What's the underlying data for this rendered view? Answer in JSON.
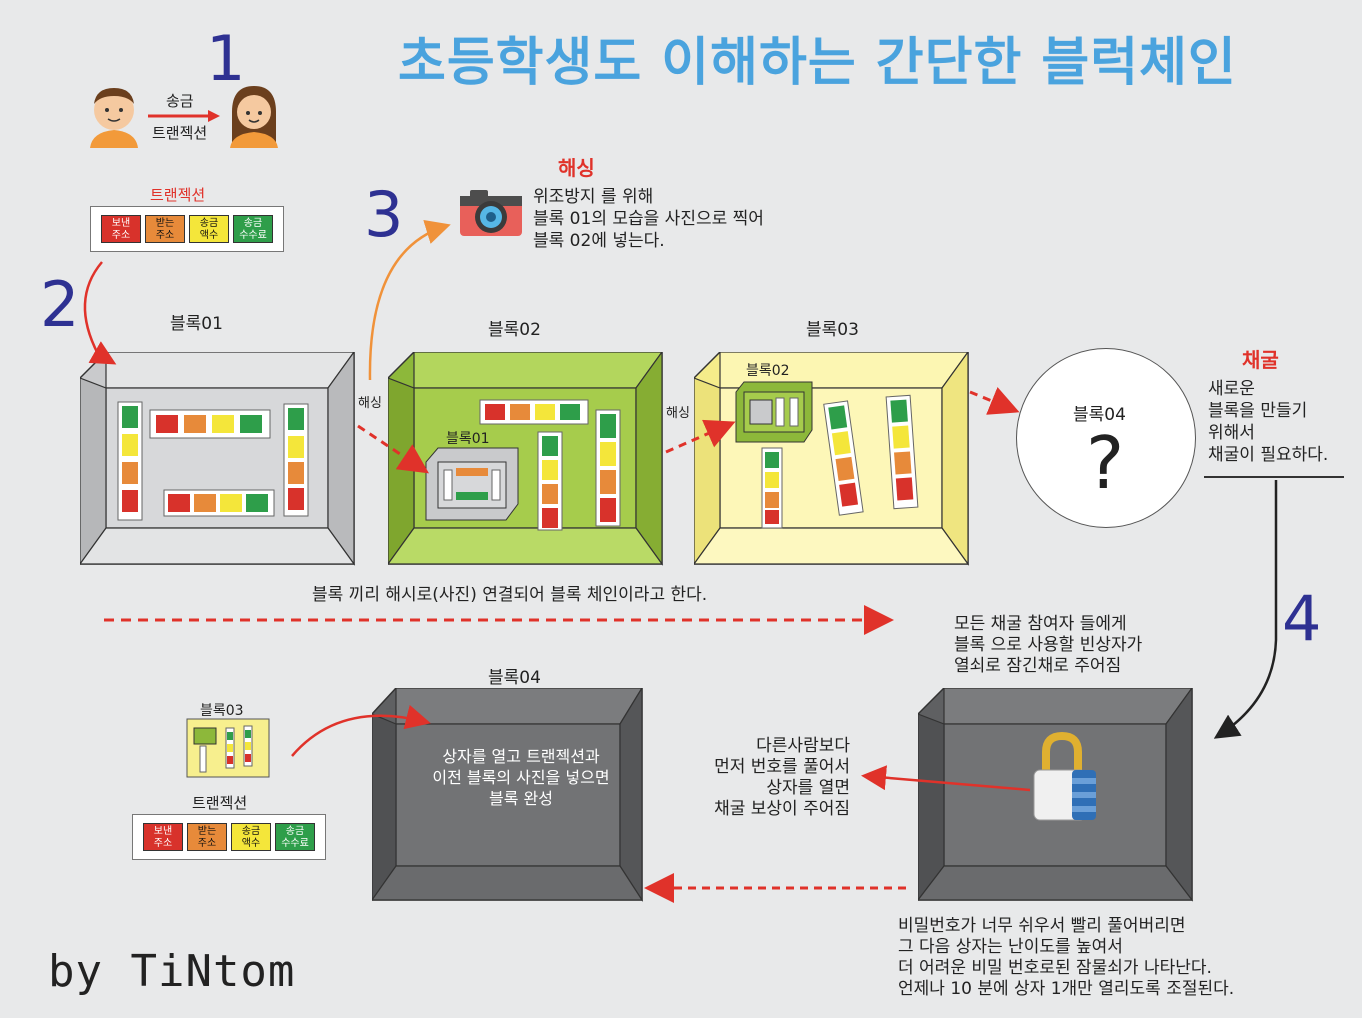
{
  "title": "초등학생도 이해하는 간단한 블럭체인",
  "steps": {
    "one": "1",
    "two": "2",
    "three": "3",
    "four": "4"
  },
  "step1": {
    "label_top": "송금",
    "label_bottom": "트랜젝션"
  },
  "transaction": {
    "title": "트랜젝션",
    "fields": [
      {
        "label": "보낸\n주소",
        "color": "#d8322b"
      },
      {
        "label": "받는\n주소",
        "color": "#e78a3a"
      },
      {
        "label": "송금\n액수",
        "color": "#f4e63a"
      },
      {
        "label": "송금\n수수료",
        "color": "#2e9e4a"
      }
    ]
  },
  "hashing": {
    "title": "해싱",
    "lines": [
      "위조방지 를 위해",
      "블록 01의 모습을 사진으로 찍어",
      "블록 02에 넣는다."
    ]
  },
  "blocks": {
    "b01": "블록01",
    "b02": "블록02",
    "b03": "블록03",
    "b04": "블록04",
    "inner_b01": "블록01",
    "inner_b02": "블록02",
    "inner_b03": "블록03",
    "hash_label_1": "해싱",
    "hash_label_2": "해싱",
    "question": "?"
  },
  "mining": {
    "title": "채굴",
    "lines": [
      "새로운",
      "블록을 만들기",
      "위해서",
      "채굴이 필요하다."
    ]
  },
  "chain_caption": "블록 끼리 해시로(사진) 연결되어 블록 체인이라고 한다.",
  "lockbox_caption": [
    "모든 채굴 참여자 들에게",
    "블록 으로 사용할 빈상자가",
    "열쇠로 잠긴채로 주어짐"
  ],
  "reward_caption": [
    "다른사람보다",
    "먼저 번호를 풀어서",
    "상자를 열면",
    "채굴 보상이 주어짐"
  ],
  "complete_caption": [
    "상자를 열고 트랜젝션과",
    "이전 블록의 사진을 넣으면",
    "블록 완성"
  ],
  "bottom_tx_title": "트랜젝션",
  "difficulty_caption": [
    "비밀번호가 너무 쉬우서 빨리 풀어버리면",
    "그 다음 상자는 난이도를 높여서",
    "더 어려운 비밀 번호로된 잠물쇠가 나타난다.",
    "언제나 10 분에 상자 1개만 열리도록 조절된다."
  ],
  "signature": "by TiNtom",
  "colors": {
    "title": "#4aa3de",
    "step_number": "#2e3192",
    "red_arrow": "#e0322a",
    "orange_arrow": "#f0923a",
    "block01": "#d4d5d7",
    "block02": "#9ec641",
    "block03": "#fbf5a0",
    "dark_box": "#6d6e70"
  }
}
